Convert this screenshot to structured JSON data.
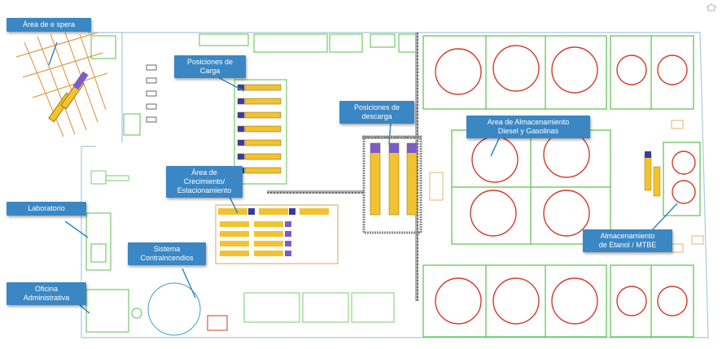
{
  "callouts": {
    "area_espera": "Área de e spera",
    "posiciones_carga": "Posiciones de\nCarga",
    "posiciones_descarga": "Posiciones de\ndescarga",
    "almacenamiento_diesel": "Area de Almacenamiento\nDiesel y Gasolinas",
    "crecimiento": "Área de\nCrecimiento/\nEstacionamiento",
    "laboratorio": "Laboratorio",
    "contraincendios": "Sistema\nContraincendios",
    "oficina": "Oficina\nAdministrativa",
    "etanol": "Almacenamiento\nde Etanol / MTBE"
  },
  "colors": {
    "callout": "#3a87c4",
    "tank_outline": "#d43a2a",
    "dike_green": "#59c04a",
    "wall_tan": "#d9a86a",
    "truck_yellow": "#f2c230",
    "truck_purple": "#7a5cc8",
    "pipe_gray": "#8a8a8a"
  },
  "icons": [
    "home-icon"
  ]
}
